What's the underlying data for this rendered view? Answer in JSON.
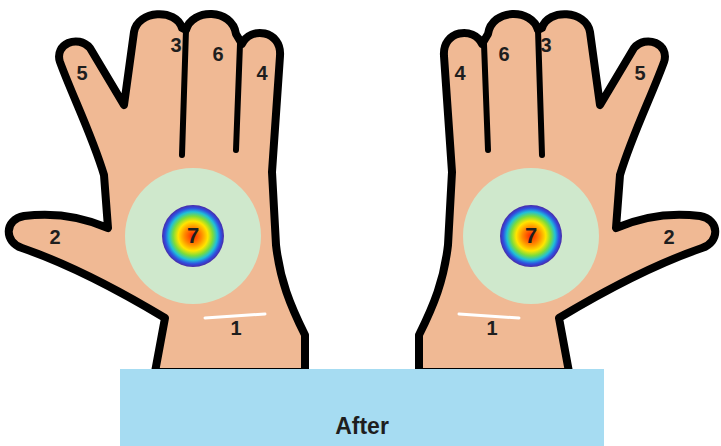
{
  "diagram": {
    "nodes": [
      {
        "text": [
          "7"
        ]
      },
      {
        "text": [
          "7"
        ]
      },
      {
        "text": [
          "After"
        ]
      }
    ],
    "labels": [
      "5",
      "3",
      "6",
      "4",
      "2",
      "1",
      "4",
      "6",
      "3",
      "5",
      "2",
      "1"
    ]
  }
}
